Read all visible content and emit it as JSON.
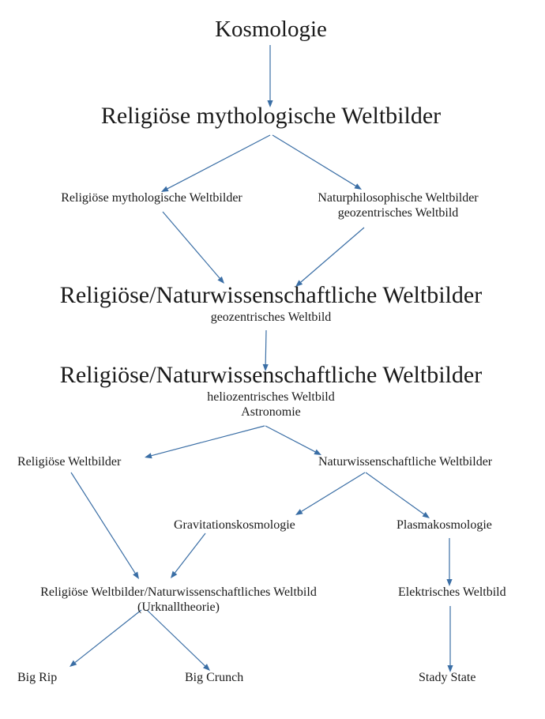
{
  "nodes": {
    "kosmologie": "Kosmologie",
    "religioese_mythologische_main": "Religiöse mythologische Weltbilder",
    "religioese_mythologische_sub": "Religiöse mythologische Weltbilder",
    "naturphilosophische": {
      "line1": "Naturphilosophische Weltbilder",
      "line2": "geozentrisches Weltbild"
    },
    "geozentrisch_main": {
      "line1": "Religiöse/Naturwissenschaftliche Weltbilder",
      "line2": "geozentrisches Weltbild"
    },
    "heliozentrisch_main": {
      "line1": "Religiöse/Naturwissenschaftliche Weltbilder",
      "line2": "heliozentrisches Weltbild",
      "line3": "Astronomie"
    },
    "religioese_weltbilder": "Religiöse Weltbilder",
    "naturwissenschaftliche_weltbilder": "Naturwissenschaftliche Weltbilder",
    "gravitationskosmologie": "Gravitationskosmologie",
    "plasmakosmologie": "Plasmakosmologie",
    "urknall": {
      "line1": "Religiöse Weltbilder/Naturwissenschaftliches Weltbild",
      "line2": "(Urknalltheorie)"
    },
    "elektrisches_weltbild": "Elektrisches Weltbild",
    "big_rip": "Big Rip",
    "big_crunch": "Big Crunch",
    "stady_state": "Stady State"
  },
  "colors": {
    "arrow": "#3a6ea5",
    "text": "#1a1a1a"
  }
}
